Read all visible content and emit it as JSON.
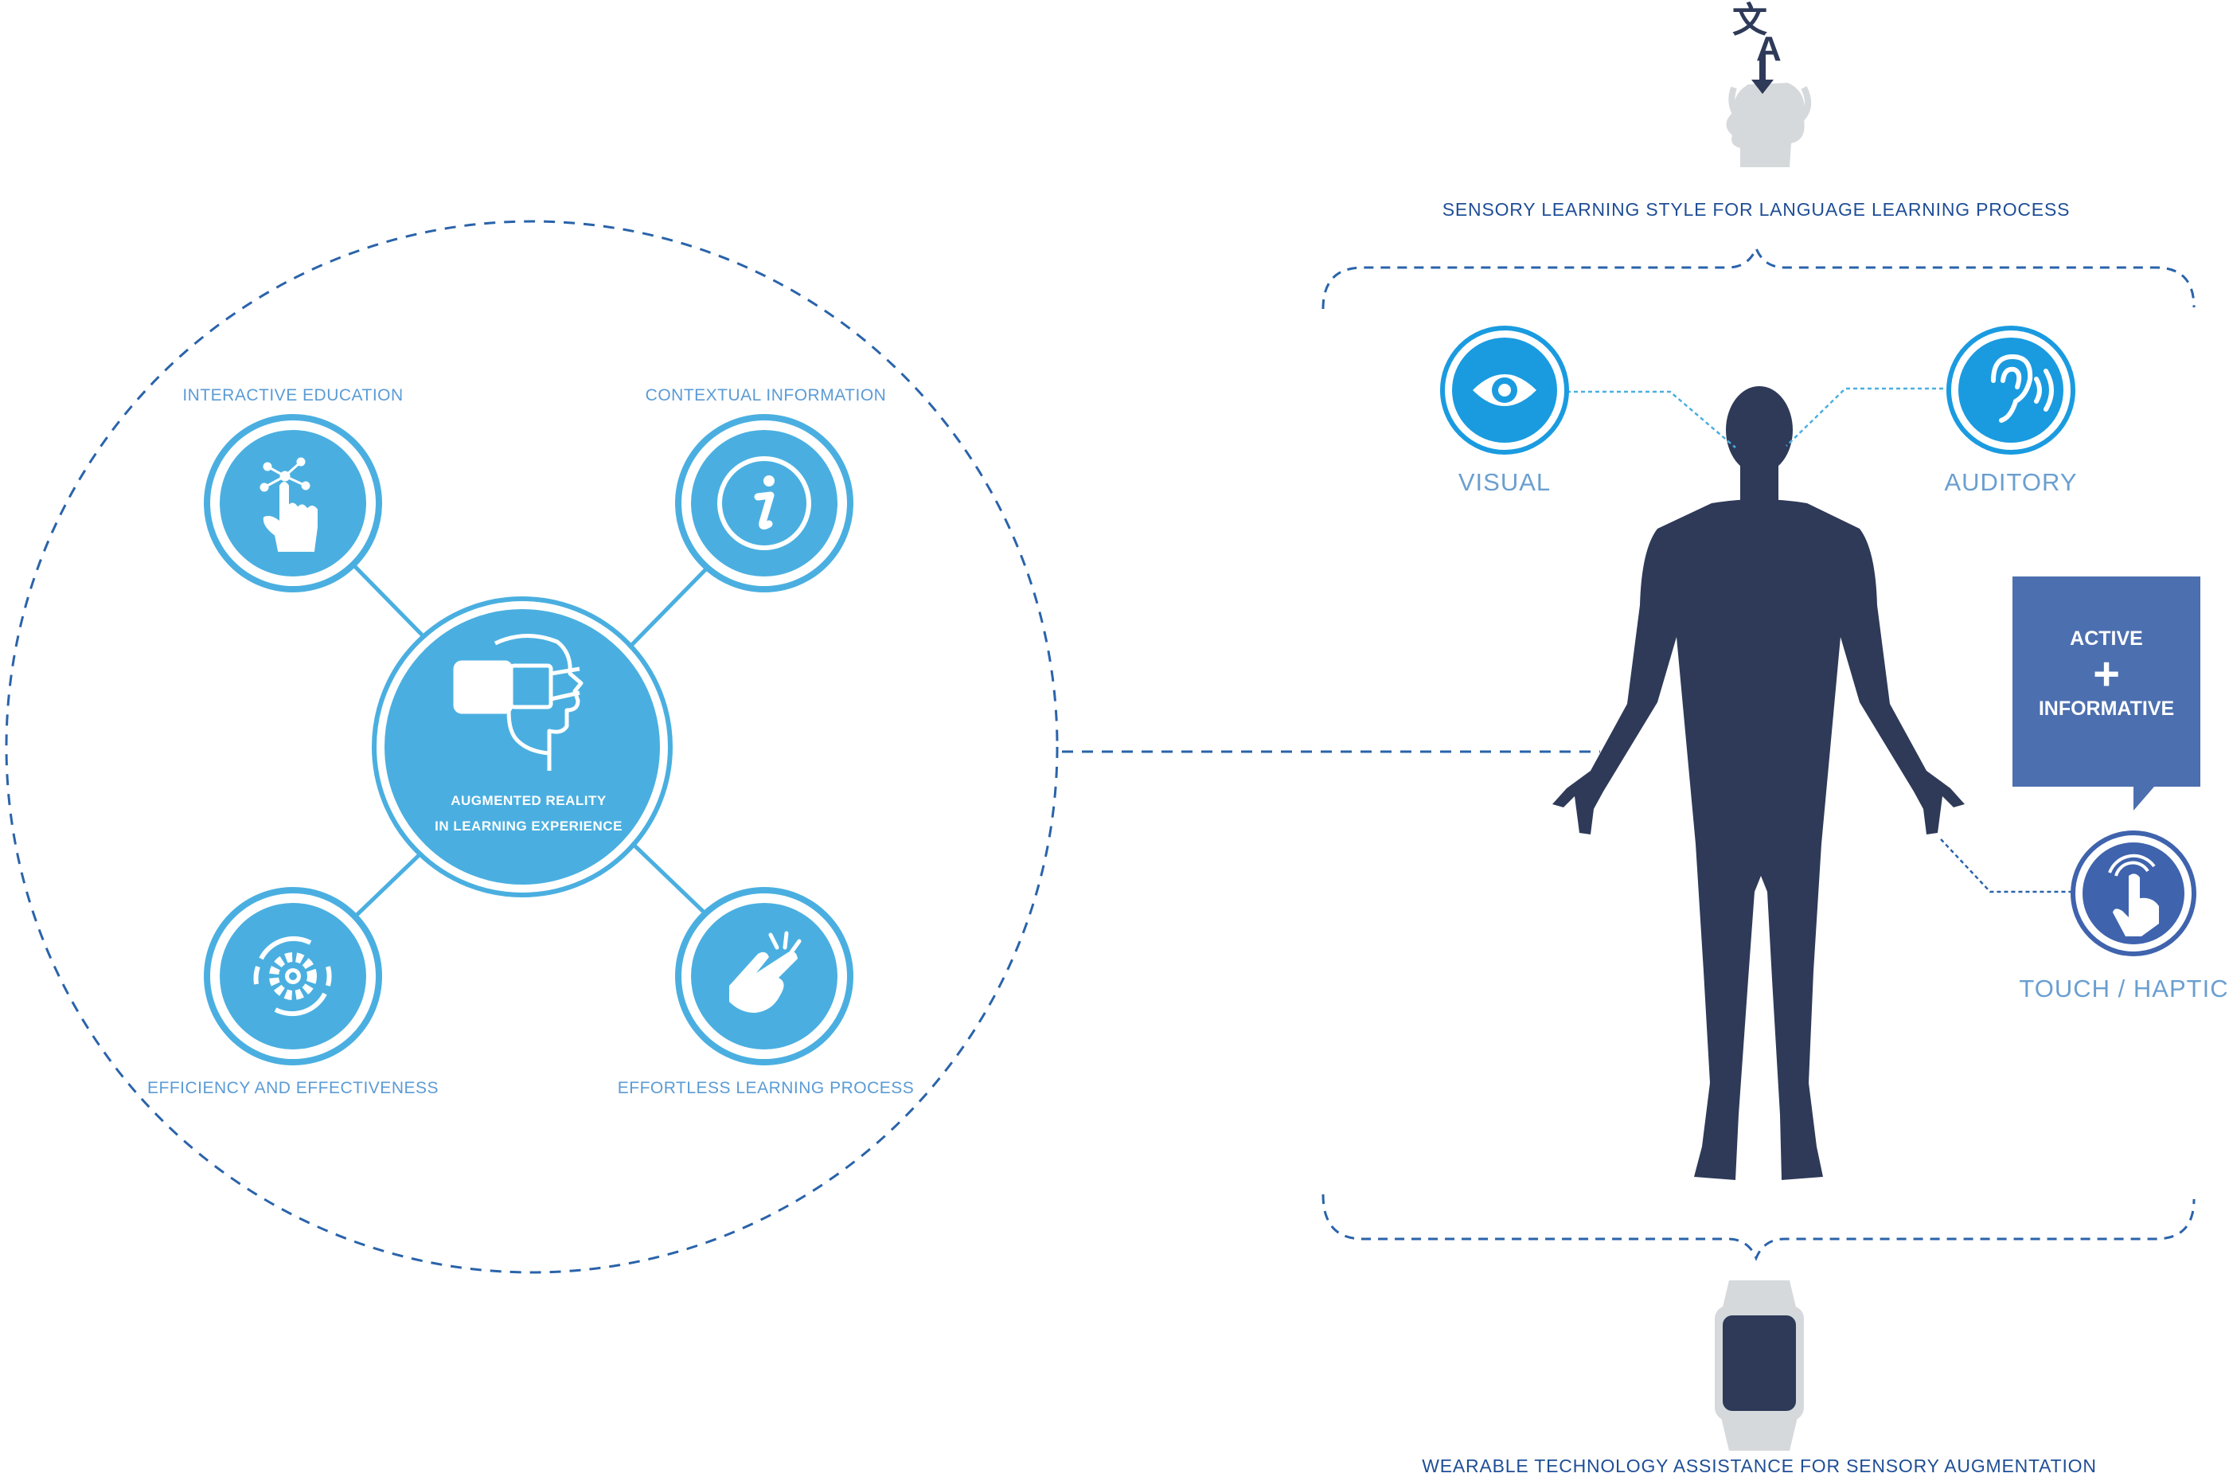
{
  "left_panel": {
    "center_label_line1": "AUGMENTED REALITY",
    "center_label_line2": "IN LEARNING EXPERIENCE",
    "nodes": [
      {
        "label": "INTERACTIVE EDUCATION",
        "icon": "touch-hand-icon"
      },
      {
        "label": "CONTEXTUAL INFORMATION",
        "icon": "info-icon"
      },
      {
        "label": "EFFICIENCY AND EFFECTIVENESS",
        "icon": "gear-cycle-icon"
      },
      {
        "label": "EFFORTLESS LEARNING PROCESS",
        "icon": "snap-fingers-icon"
      }
    ]
  },
  "right_panel": {
    "top_caption": "SENSORY LEARNING STYLE FOR LANGUAGE LEARNING PROCESS",
    "bottom_caption": "WEARABLE TECHNOLOGY ASSISTANCE FOR SENSORY AUGMENTATION",
    "senses": [
      {
        "label": "VISUAL",
        "icon": "eye-icon"
      },
      {
        "label": "AUDITORY",
        "icon": "ear-icon"
      },
      {
        "label": "TOUCH / HAPTIC",
        "icon": "touch-finger-icon"
      }
    ],
    "bubble_line1": "ACTIVE",
    "bubble_plus": "+",
    "bubble_line2": "INFORMATIVE",
    "top_icon": "translate-head-icon",
    "bottom_icon": "smartwatch-icon",
    "figure_icon": "human-body-icon"
  },
  "colors": {
    "primary_blue": "#4aafe0",
    "dark_blue": "#1f4e96",
    "navy": "#2e3a58",
    "bubble": "#4c6faf",
    "gray_icon": "#d9dcdf"
  }
}
